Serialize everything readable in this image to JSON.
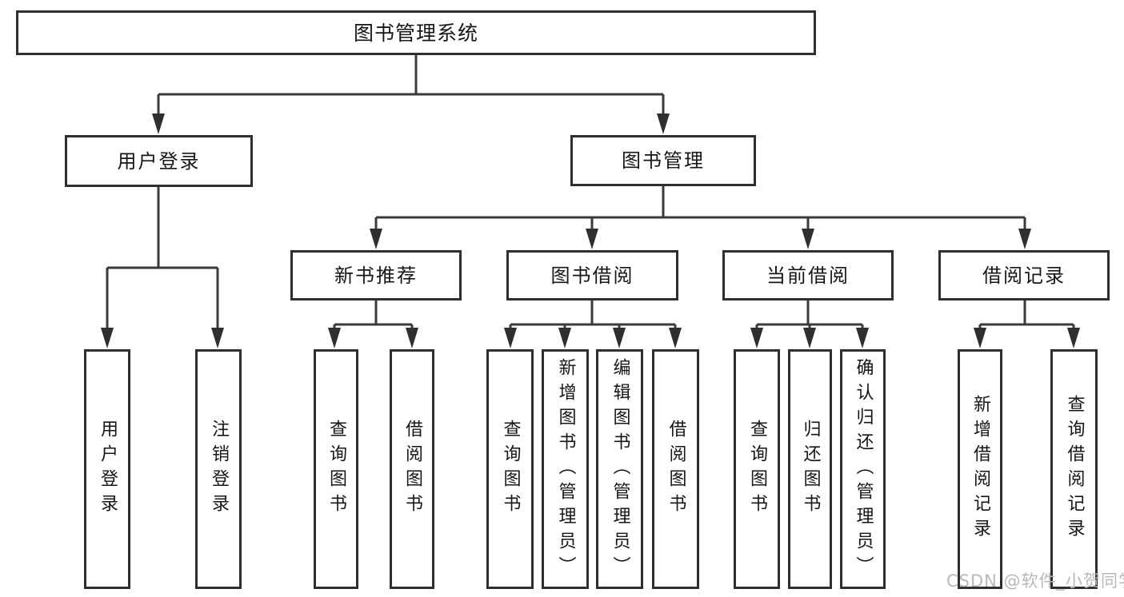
{
  "diagram": {
    "root": {
      "label": "图书管理系统"
    },
    "level2": [
      {
        "label": "用户登录",
        "parent": "图书管理系统"
      },
      {
        "label": "图书管理",
        "parent": "图书管理系统"
      }
    ],
    "level3": [
      {
        "label": "新书推荐",
        "parent": "图书管理"
      },
      {
        "label": "图书借阅",
        "parent": "图书管理"
      },
      {
        "label": "当前借阅",
        "parent": "图书管理"
      },
      {
        "label": "借阅记录",
        "parent": "图书管理"
      }
    ],
    "leaves": [
      {
        "label": "用户登录",
        "parent": "用户登录"
      },
      {
        "label": "注销登录",
        "parent": "用户登录"
      },
      {
        "label": "查询图书",
        "parent": "新书推荐"
      },
      {
        "label": "借阅图书",
        "parent": "新书推荐"
      },
      {
        "label": "查询图书",
        "parent": "图书借阅"
      },
      {
        "label": "新增图书（管理员）",
        "parent": "图书借阅"
      },
      {
        "label": "编辑图书（管理员）",
        "parent": "图书借阅"
      },
      {
        "label": "借阅图书",
        "parent": "图书借阅"
      },
      {
        "label": "查询图书",
        "parent": "当前借阅"
      },
      {
        "label": "归还图书",
        "parent": "当前借阅"
      },
      {
        "label": "确认归还（管理员）",
        "parent": "当前借阅"
      },
      {
        "label": "新增借阅记录",
        "parent": "借阅记录"
      },
      {
        "label": "查询借阅记录",
        "parent": "借阅记录"
      }
    ]
  },
  "watermark": {
    "text": "CSDN @软件_小贺同学"
  },
  "colors": {
    "line": "#3a3a3a",
    "arrow": "#2f2f2f",
    "box_border": "#2f2f2f",
    "text": "#161616",
    "watermark": "#b6b9be",
    "background": "#ffffff"
  }
}
